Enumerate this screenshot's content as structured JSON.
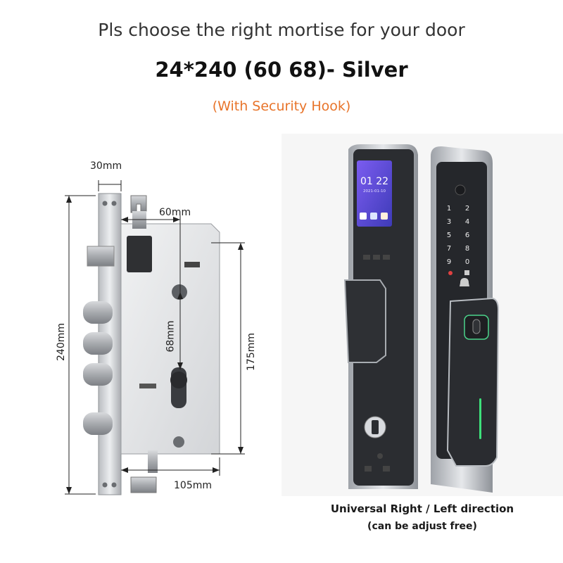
{
  "header": {
    "instruction": "Pls choose the right mortise for your door",
    "model": "24*240 (60 68)- Silver",
    "note": "(With Security Hook)"
  },
  "dimensions": {
    "faceplate_width": "30mm",
    "backset": "60mm",
    "center_distance": "68mm",
    "height_total": "240mm",
    "case_height": "175mm",
    "case_width": "105mm"
  },
  "lock_screen": {
    "time": "01 22",
    "date": "2021-01-10"
  },
  "keypad": {
    "keys": [
      "1",
      "2",
      "3",
      "4",
      "5",
      "6",
      "7",
      "8",
      "9",
      "0"
    ]
  },
  "caption": {
    "line1": "Universal Right / Left direction",
    "line2": "(can be adjust free)"
  },
  "colors": {
    "accent_orange": "#e8742a",
    "lock_body": "#2b2d31",
    "trim_silver": "#c9ccd1",
    "screen_purple": "#6b4fd8",
    "indicator_green": "#3de07a"
  }
}
